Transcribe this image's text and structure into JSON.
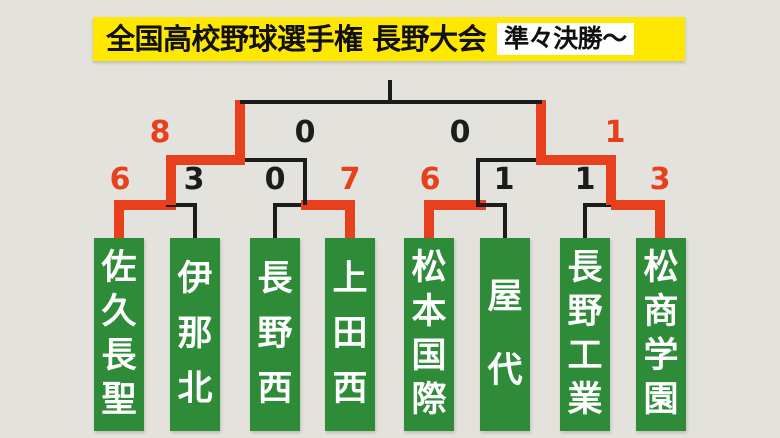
{
  "header": {
    "title_main": "全国高校野球選手権 長野大会",
    "title_sub": "準々決勝～",
    "banner_color": "#ffe800",
    "sub_box_color": "#ffffff"
  },
  "colors": {
    "background": "#e3e2dc",
    "team_box": "#2e8b38",
    "winner_line": "#e8401c",
    "loser_line": "#1c1c1c",
    "score_win": "#e8401c",
    "score_lose": "#1c1c1c"
  },
  "bracket": {
    "type": "single-elimination",
    "teams": [
      {
        "name": "佐久長聖",
        "chars": [
          "佐",
          "久",
          "長",
          "聖"
        ]
      },
      {
        "name": "伊那北",
        "chars": [
          "伊",
          "那",
          "北"
        ]
      },
      {
        "name": "長野西",
        "chars": [
          "長",
          "野",
          "西"
        ]
      },
      {
        "name": "上田西",
        "chars": [
          "上",
          "田",
          "西"
        ]
      },
      {
        "name": "松本国際",
        "chars": [
          "松",
          "本",
          "国",
          "際"
        ]
      },
      {
        "name": "屋代",
        "chars": [
          "屋",
          "代"
        ]
      },
      {
        "name": "長野工業",
        "chars": [
          "長",
          "野",
          "工",
          "業"
        ]
      },
      {
        "name": "松商学園",
        "chars": [
          "松",
          "商",
          "学",
          "園"
        ]
      }
    ],
    "quarterfinals": [
      {
        "left": "佐久長聖",
        "right": "伊那北",
        "left_score": "6",
        "right_score": "3",
        "winner": "佐久長聖"
      },
      {
        "left": "長野西",
        "right": "上田西",
        "left_score": "0",
        "right_score": "7",
        "winner": "上田西"
      },
      {
        "left": "松本国際",
        "right": "屋代",
        "left_score": "6",
        "right_score": "1",
        "winner": "松本国際"
      },
      {
        "left": "長野工業",
        "right": "松商学園",
        "left_score": "1",
        "right_score": "3",
        "winner": "松商学園"
      }
    ],
    "semifinals": [
      {
        "left": "佐久長聖",
        "right": "上田西",
        "left_score": "8",
        "right_score": "0",
        "winner": "佐久長聖"
      },
      {
        "left": "松本国際",
        "right": "松商学園",
        "left_score": "0",
        "right_score": "1",
        "winner": "松商学園"
      }
    ]
  }
}
